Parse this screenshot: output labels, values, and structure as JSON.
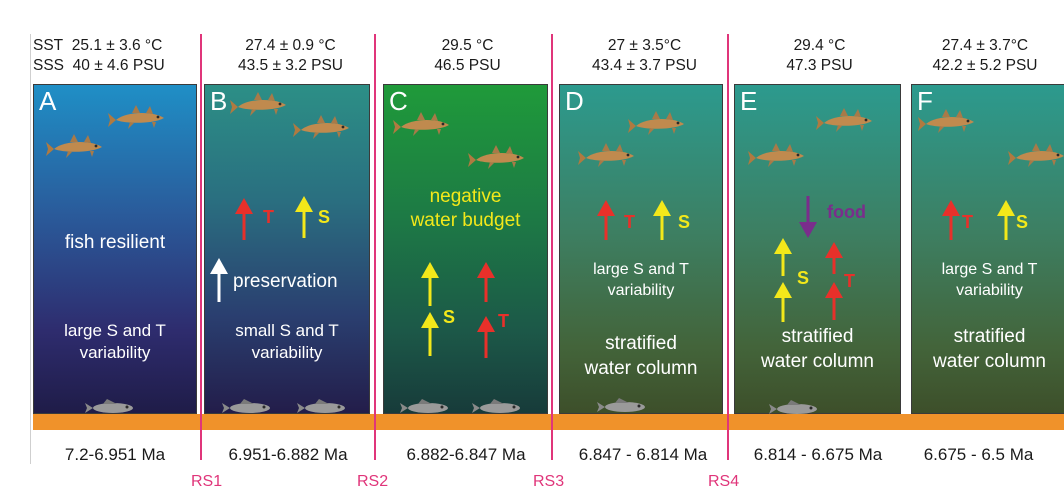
{
  "header": {
    "sst_label": "SST",
    "sss_label": "SSS",
    "columns": [
      {
        "sst": "25.1 ± 3.6 °C",
        "sss": "40 ± 4.6 PSU"
      },
      {
        "sst": "27.4 ± 0.9 °C",
        "sss": "43.5 ± 3.2 PSU"
      },
      {
        "sst": "29.5 °C",
        "sss": "46.5 PSU"
      },
      {
        "sst": "27 ± 3.5°C",
        "sss": "43.4 ± 3.7 PSU"
      },
      {
        "sst": "29.4 °C",
        "sss": "47.3 PSU"
      },
      {
        "sst": "27.4 ± 3.7°C",
        "sss": "42.2 ± 5.2 PSU"
      }
    ]
  },
  "panels": {
    "A": {
      "letter": "A",
      "text1": "fish resilient",
      "text2a": "large S and T",
      "text2b": "variability"
    },
    "B": {
      "letter": "B",
      "t": "T",
      "s": "S",
      "preservation": "preservation",
      "text2a": "small S and T",
      "text2b": "variability"
    },
    "C": {
      "letter": "C",
      "text1a": "negative",
      "text1b": "water budget",
      "s": "S",
      "t": "T"
    },
    "D": {
      "letter": "D",
      "t": "T",
      "s": "S",
      "text1a": "large S and T",
      "text1b": "variability",
      "text2a": "stratified",
      "text2b": "water column"
    },
    "E": {
      "letter": "E",
      "food": "food",
      "s": "S",
      "t": "T",
      "text2a": "stratified",
      "text2b": "water column"
    },
    "F": {
      "letter": "F",
      "t": "T",
      "s": "S",
      "text1a": "large S and T",
      "text1b": "variability",
      "text2a": "stratified",
      "text2b": "water column"
    }
  },
  "ages": [
    "7.2-6.951 Ma",
    "6.951-6.882 Ma",
    "6.882-6.847 Ma",
    "6.847 - 6.814 Ma",
    "6.814 - 6.675 Ma",
    "6.675 - 6.5 Ma"
  ],
  "boundaries": [
    "RS1",
    "RS2",
    "RS3",
    "RS4"
  ],
  "colors": {
    "boundary": "#e0357a",
    "ground": "#f0922a",
    "temperature_arrow": "#e8302a",
    "salinity_arrow": "#f3e81a",
    "food_arrow": "#7a2d8c"
  }
}
